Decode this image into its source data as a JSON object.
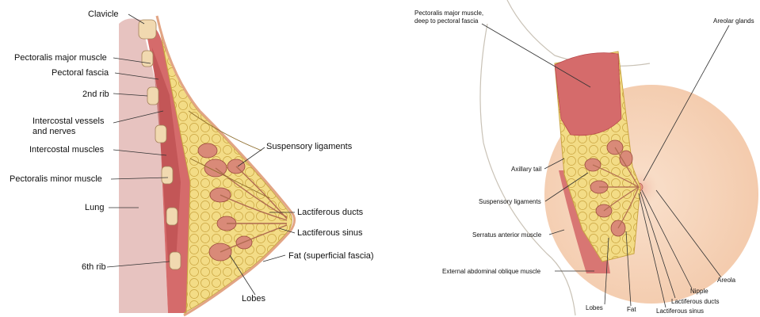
{
  "left_labels": {
    "clavicle": "Clavicle",
    "pectoralis_major": "Pectoralis major muscle",
    "pectoral_fascia": "Pectoral fascia",
    "second_rib": "2nd rib",
    "intercostal_vessels_1": "Intercostal vessels",
    "intercostal_vessels_2": "and nerves",
    "intercostal_muscles": "Intercostal muscles",
    "pectoralis_minor": "Pectoralis minor muscle",
    "lung": "Lung",
    "sixth_rib": "6th rib",
    "suspensory_ligaments": "Suspensory ligaments",
    "lactiferous_ducts": "Lactiferous ducts",
    "lactiferous_sinus": "Lactiferous sinus",
    "fat": "Fat (superficial fascia)",
    "lobes": "Lobes"
  },
  "right_labels": {
    "pectoralis_major_1": "Pectoralis major muscle,",
    "pectoralis_major_2": "deep to pectoral fascia",
    "areolar_glands": "Areolar glands",
    "axillary_tail": "Axillary tail",
    "suspensory_ligaments": "Suspensory ligaments",
    "serratus_anterior": "Serratus anterior muscle",
    "external_oblique": "External abdominal oblique muscle",
    "lobes": "Lobes",
    "fat": "Fat",
    "lactiferous_sinus": "Lactiferous sinus",
    "lactiferous_ducts": "Lactiferous ducts",
    "nipple": "Nipple",
    "areola": "Areola"
  },
  "colors": {
    "fat": "#f3dc86",
    "fat_outline": "#c9a440",
    "muscle": "#d56b6b",
    "muscle_dark": "#b8484a",
    "lung": "#e7c3c0",
    "bone": "#f1d9b0",
    "skin": "#f6d3b8",
    "lobule": "#d98a78"
  }
}
